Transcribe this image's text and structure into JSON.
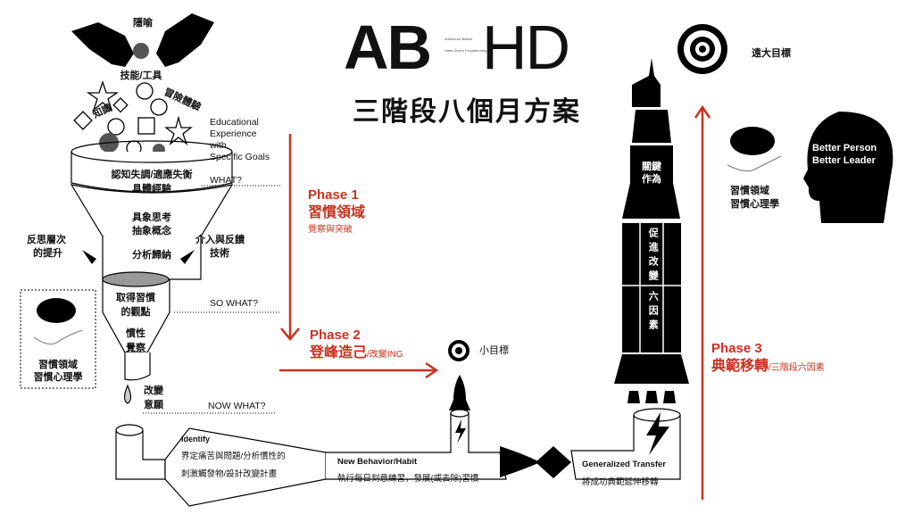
{
  "logo": {
    "brand_left": "AB",
    "brand_right": "HD",
    "tagline_1": "Adventure-Based",
    "tagline_2": "Habit Driven Programming"
  },
  "title": "三階段八個月方案",
  "funnel": {
    "inputs": {
      "metaphor": "隱喻",
      "skills": "技能/工具",
      "knowledge": "知識",
      "adventure": "冒險體驗"
    },
    "educational": "Educational\nExperience\nwith\nSpecific Goals",
    "what": "WHAT?",
    "so_what": "SO WHAT?",
    "now_what": "NOW WHAT?",
    "layer1": [
      "認知失調/適應失衡",
      "具體經驗"
    ],
    "layer2": [
      "具象思考",
      "抽象概念"
    ],
    "layer3": "分析歸納",
    "layer4": [
      "取得習慣",
      "的觀點"
    ],
    "layer5": [
      "慣性",
      "覺察"
    ],
    "drop": [
      "改變",
      "意願"
    ],
    "left_arrow": [
      "反思層次",
      "的提升"
    ],
    "right_arrow": [
      "介入與反饋",
      "技術"
    ],
    "box": [
      "習慣領域",
      "習慣心理學"
    ]
  },
  "phases": [
    {
      "title": "Phase 1",
      "name": "習慣領域",
      "sub": "覺察與突破",
      "color": "#c8321e"
    },
    {
      "title": "Phase 2",
      "name": "登峰造己",
      "sub": "/改變ING",
      "color": "#c8321e"
    },
    {
      "title": "Phase 3",
      "name": "典範移轉",
      "sub": "/三階段六因素",
      "color": "#c8321e"
    }
  ],
  "pipeline": {
    "identify": "Identify",
    "identify_1": "界定痛苦與問題/分析慣性的",
    "identify_2": "刺激觸發物/設計改變計畫",
    "new_behavior": "New Behavior/Habit",
    "new_behavior_desc": "執行每日刻意練習，發展(或去除)習慣",
    "transfer": "Generalized Transfer",
    "transfer_desc": "將成功典範延伸移轉"
  },
  "goals": {
    "small": "小目標",
    "big": "遠大目標"
  },
  "rocket": {
    "key": "關鍵作為",
    "promote": "促進改變",
    "six": "六因素"
  },
  "right": {
    "brain": [
      "習慣領域",
      "習慣心理學"
    ],
    "head_1": "Better Person",
    "head_2": "Better Leader"
  }
}
